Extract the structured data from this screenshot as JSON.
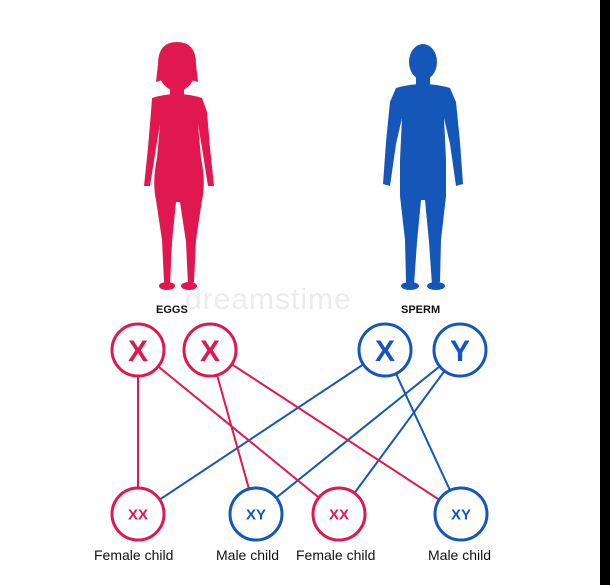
{
  "labels": {
    "eggs": "EGGS",
    "sperm": "SPERM"
  },
  "watermark": "dreamstime",
  "parents": [
    {
      "chromosome": "X",
      "color": "#e0184f",
      "source": "eggs"
    },
    {
      "chromosome": "X",
      "color": "#e0184f",
      "source": "eggs"
    },
    {
      "chromosome": "X",
      "color": "#1457b8",
      "source": "sperm"
    },
    {
      "chromosome": "Y",
      "color": "#1457b8",
      "source": "sperm"
    }
  ],
  "children": [
    {
      "genotype": "XX",
      "label": "Female child",
      "color": "#e0184f"
    },
    {
      "genotype": "XY",
      "label": "Male child",
      "color": "#1457b8"
    },
    {
      "genotype": "XX",
      "label": "Female child",
      "color": "#e0184f"
    },
    {
      "genotype": "XY",
      "label": "Male child",
      "color": "#1457b8"
    }
  ],
  "colors": {
    "female": "#e0184f",
    "male": "#1457b8"
  }
}
